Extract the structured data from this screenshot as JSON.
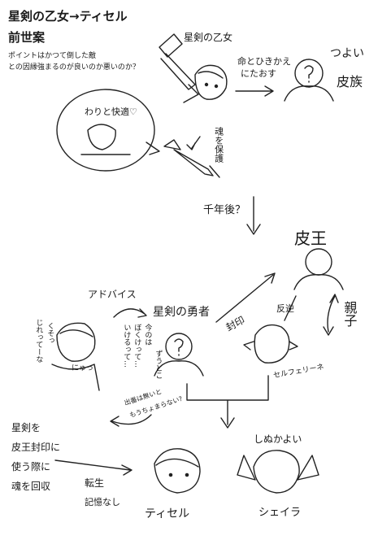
{
  "header": {
    "title_line1": "星剣の乙女→ティセル",
    "title_line2": "前世案",
    "note_line1": "ポイントはかつて倒した敵",
    "note_line2": "との因縁強まるのが良いのか悪いのか？"
  },
  "top": {
    "sword_label": "星剣の乙女",
    "action_line1": "命とひきかえ",
    "action_line2": "にたおす",
    "enemy_label_line1": "つよい",
    "enemy_label_line2": "皮族",
    "bubble_text": "わりと快適♡",
    "soul_text": "魂を保護",
    "time_text": "千年後？"
  },
  "middle": {
    "king_label": "皮王",
    "advice_label": "アドバイス",
    "hero_label": "星剣の勇者",
    "seal_label": "封印",
    "rebel_label": "反逆",
    "parent_child_label": "親子",
    "sister_label": "セルフェリーネ",
    "girl_line1": "くそっ",
    "girl_line2": "じれってーな",
    "girl_mutter": "にゅっ",
    "hero_thought_line1": "今のは",
    "hero_thought_line2": "ぼくけって…",
    "hero_thought_line3": "いけるって…",
    "hero_thought_line4": "ずうとこ",
    "appear_line1": "出番は無いと",
    "appear_line2": "もうちょまらない?"
  },
  "bottom": {
    "side_line1": "星剣を",
    "side_line2": "皮王封印に",
    "side_line3": "使う際に",
    "side_line4": "魂を回収",
    "reborn_line1": "転生",
    "reborn_line2": "記憶なし",
    "tisel_label": "ティセル",
    "strong_label": "しぬかよい",
    "sheila_label": "シェイラ"
  }
}
